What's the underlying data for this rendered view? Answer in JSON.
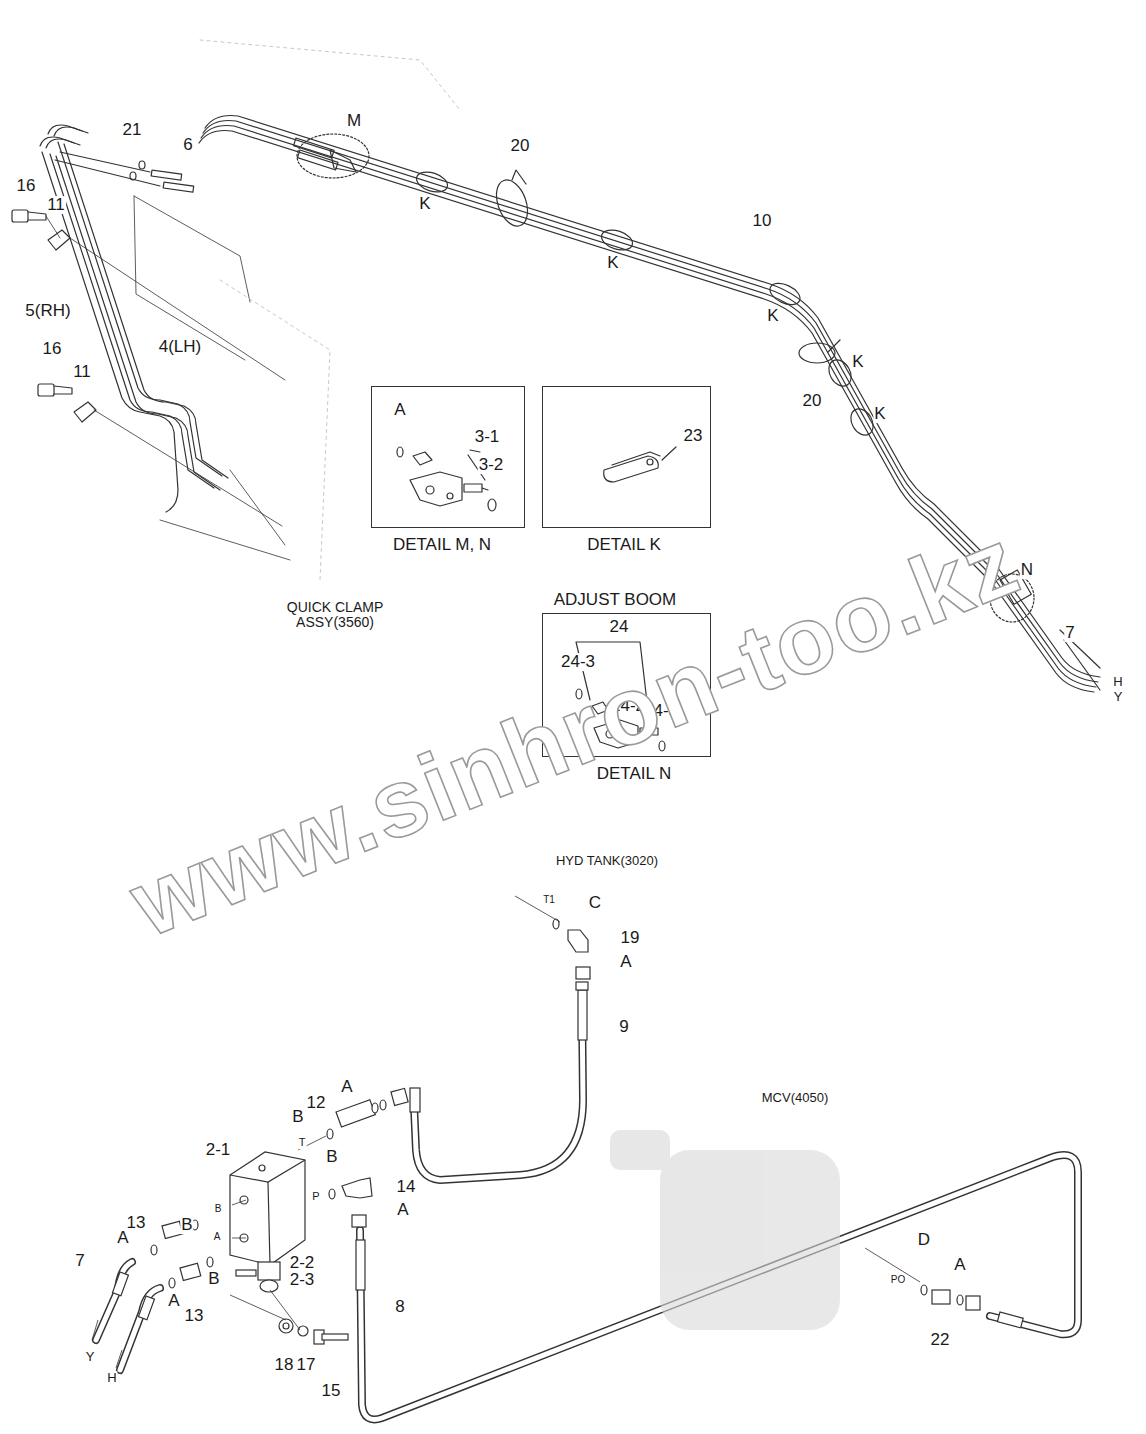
{
  "diagram": {
    "nodes": [
      {
        "text": [
          "A",
          "3-1",
          "3-2",
          "DETAIL M, N"
        ]
      },
      {
        "text": [
          "23",
          "DETAIL K"
        ]
      },
      {
        "text": [
          "ADJUST BOOM",
          "24",
          "24-3",
          "24-2",
          "24-3",
          "DETAIL N"
        ]
      }
    ],
    "labels": [
      "21",
      "6",
      "M",
      "20",
      "K",
      "K",
      "10",
      "K",
      "K",
      "20",
      "K",
      "N",
      "7",
      "H",
      "Y",
      "16",
      "11",
      "5(RH)",
      "4(LH)",
      "16",
      "11",
      "QUICK CLAMP ASSY(3560)",
      "HYD TANK(3020)",
      "T1",
      "C",
      "19",
      "A",
      "9",
      "MCV(4050)",
      "A",
      "12",
      "B",
      "T",
      "2-1",
      "B",
      "P",
      "14",
      "A",
      "B",
      "B",
      "13",
      "A",
      "A",
      "7",
      "B",
      "A",
      "13",
      "2-2",
      "2-3",
      "8",
      "D",
      "A",
      "PO",
      "22",
      "18",
      "17",
      "15",
      "Y",
      "H",
      "www.sinhron-too.kz"
    ]
  }
}
